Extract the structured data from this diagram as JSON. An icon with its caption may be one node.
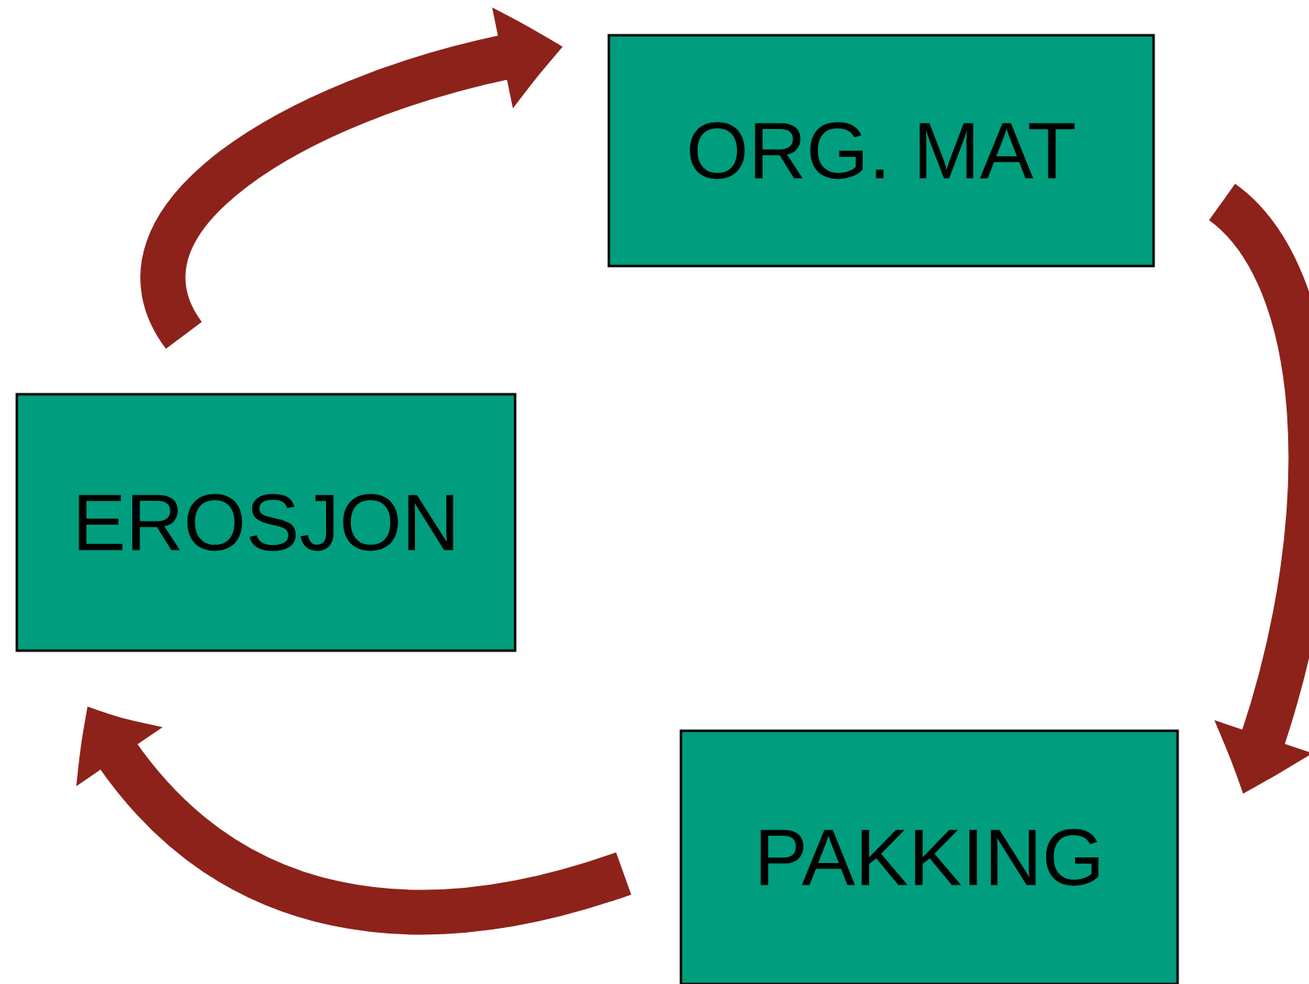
{
  "diagram": {
    "nodes": [
      {
        "text": [
          "ORG. MAT"
        ]
      },
      {
        "text": [
          "PAKKING"
        ]
      },
      {
        "text": [
          "EROSJON"
        ]
      }
    ],
    "edges": [
      {
        "from": 0,
        "to": 1,
        "arrow": "to"
      },
      {
        "from": 1,
        "to": 2,
        "arrow": "to"
      },
      {
        "from": 2,
        "to": 0,
        "arrow": "to"
      }
    ]
  }
}
